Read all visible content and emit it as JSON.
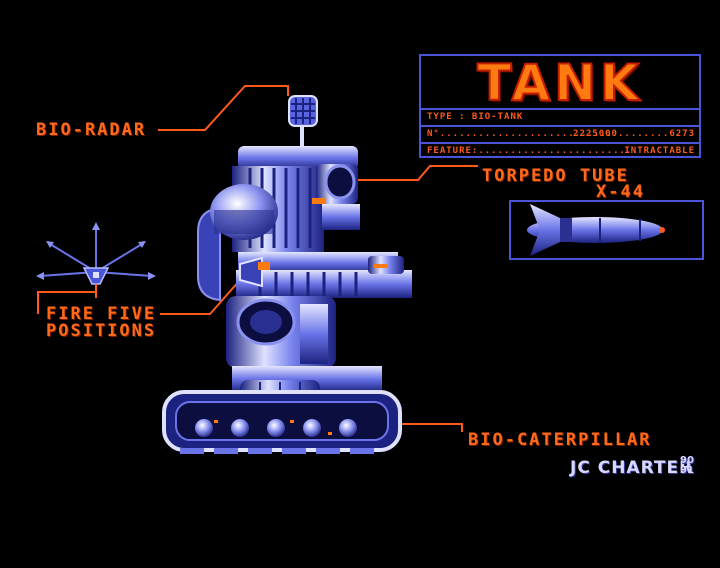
{
  "panel": {
    "title": "TANK",
    "type_line": "TYPE : BIO-TANK",
    "number_label": "N°...........................",
    "number_value": "2225000........6273",
    "feature_label": "FEATURE:.........................",
    "feature_value": "INTRACTABLE"
  },
  "labels": {
    "bio_radar": "BIO-RADAR",
    "torpedo_line1": "TORPEDO TUBE",
    "torpedo_line2": "X-44",
    "fire_line1": "FIRE FIVE",
    "fire_line2": "POSITIONS",
    "bio_caterpillar": "BIO-CATERPILLAR"
  },
  "credit": {
    "name": "JC CHARTER",
    "year_top": "90",
    "year_bottom": "91"
  },
  "colors": {
    "label": "#ff6a1a",
    "frame": "#4a55d8",
    "metal_light": "#d8dcff",
    "metal_mid": "#6a74e8",
    "metal_dark": "#1c2280"
  }
}
